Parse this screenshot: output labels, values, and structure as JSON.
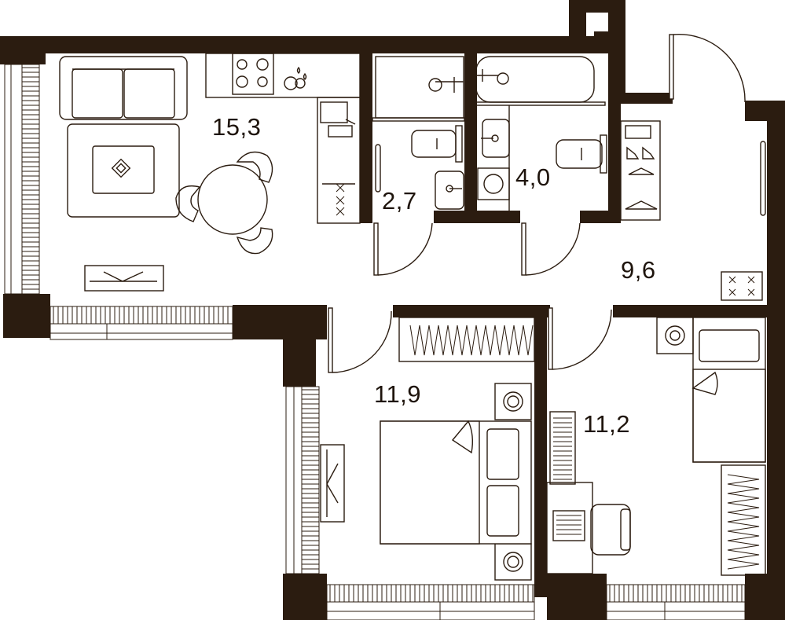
{
  "plan": {
    "colors": {
      "wall": "#2b1c10",
      "background": "#ffffff"
    },
    "rooms": [
      {
        "id": "living-kitchen",
        "area": "15,3"
      },
      {
        "id": "bathroom-small",
        "area": "2,7"
      },
      {
        "id": "bathroom-large",
        "area": "4,0"
      },
      {
        "id": "hallway",
        "area": "9,6"
      },
      {
        "id": "bedroom-main",
        "area": "11,9"
      },
      {
        "id": "bedroom-second",
        "area": "11,2"
      }
    ],
    "icons": [
      "sofa-icon",
      "rug-icon",
      "dining-table-icon",
      "chair-icon",
      "tv-stand-icon",
      "cooktop-icon",
      "sink-icon",
      "oven-icon",
      "bathtub-icon",
      "shower-icon",
      "toilet-icon",
      "washbasin-icon",
      "washing-machine-icon",
      "wardrobe-icon",
      "hanger-icon",
      "shoes-icon",
      "double-bed-icon",
      "nightstand-icon",
      "dresser-icon",
      "single-bed-icon",
      "desk-icon",
      "office-chair-icon",
      "bookshelf-icon",
      "door-icon",
      "window-icon"
    ]
  }
}
